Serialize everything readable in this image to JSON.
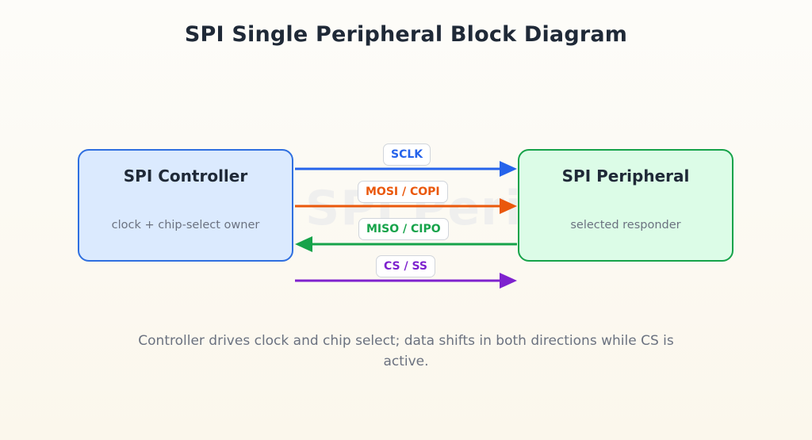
{
  "title": "SPI Single Peripheral Block Diagram",
  "watermark": "SPI Peri",
  "controller": {
    "title": "SPI Controller",
    "subtitle": "clock + chip-select owner",
    "color": "#2f6fe0",
    "fill": "#dbeafe"
  },
  "peripheral": {
    "title": "SPI Peripheral",
    "subtitle": "selected responder",
    "color": "#16a34a",
    "fill": "#dcfce7"
  },
  "signals": [
    {
      "id": "sclk",
      "label": "SCLK",
      "color": "#2563eb",
      "direction": "to-peripheral"
    },
    {
      "id": "mosi",
      "label": "MOSI / COPI",
      "color": "#ea580c",
      "direction": "to-peripheral"
    },
    {
      "id": "miso",
      "label": "MISO / CIPO",
      "color": "#16a34a",
      "direction": "to-controller"
    },
    {
      "id": "cs",
      "label": "CS / SS",
      "color": "#7e22ce",
      "direction": "to-peripheral"
    }
  ],
  "caption": "Controller drives clock and chip select; data shifts in both directions while CS is active."
}
